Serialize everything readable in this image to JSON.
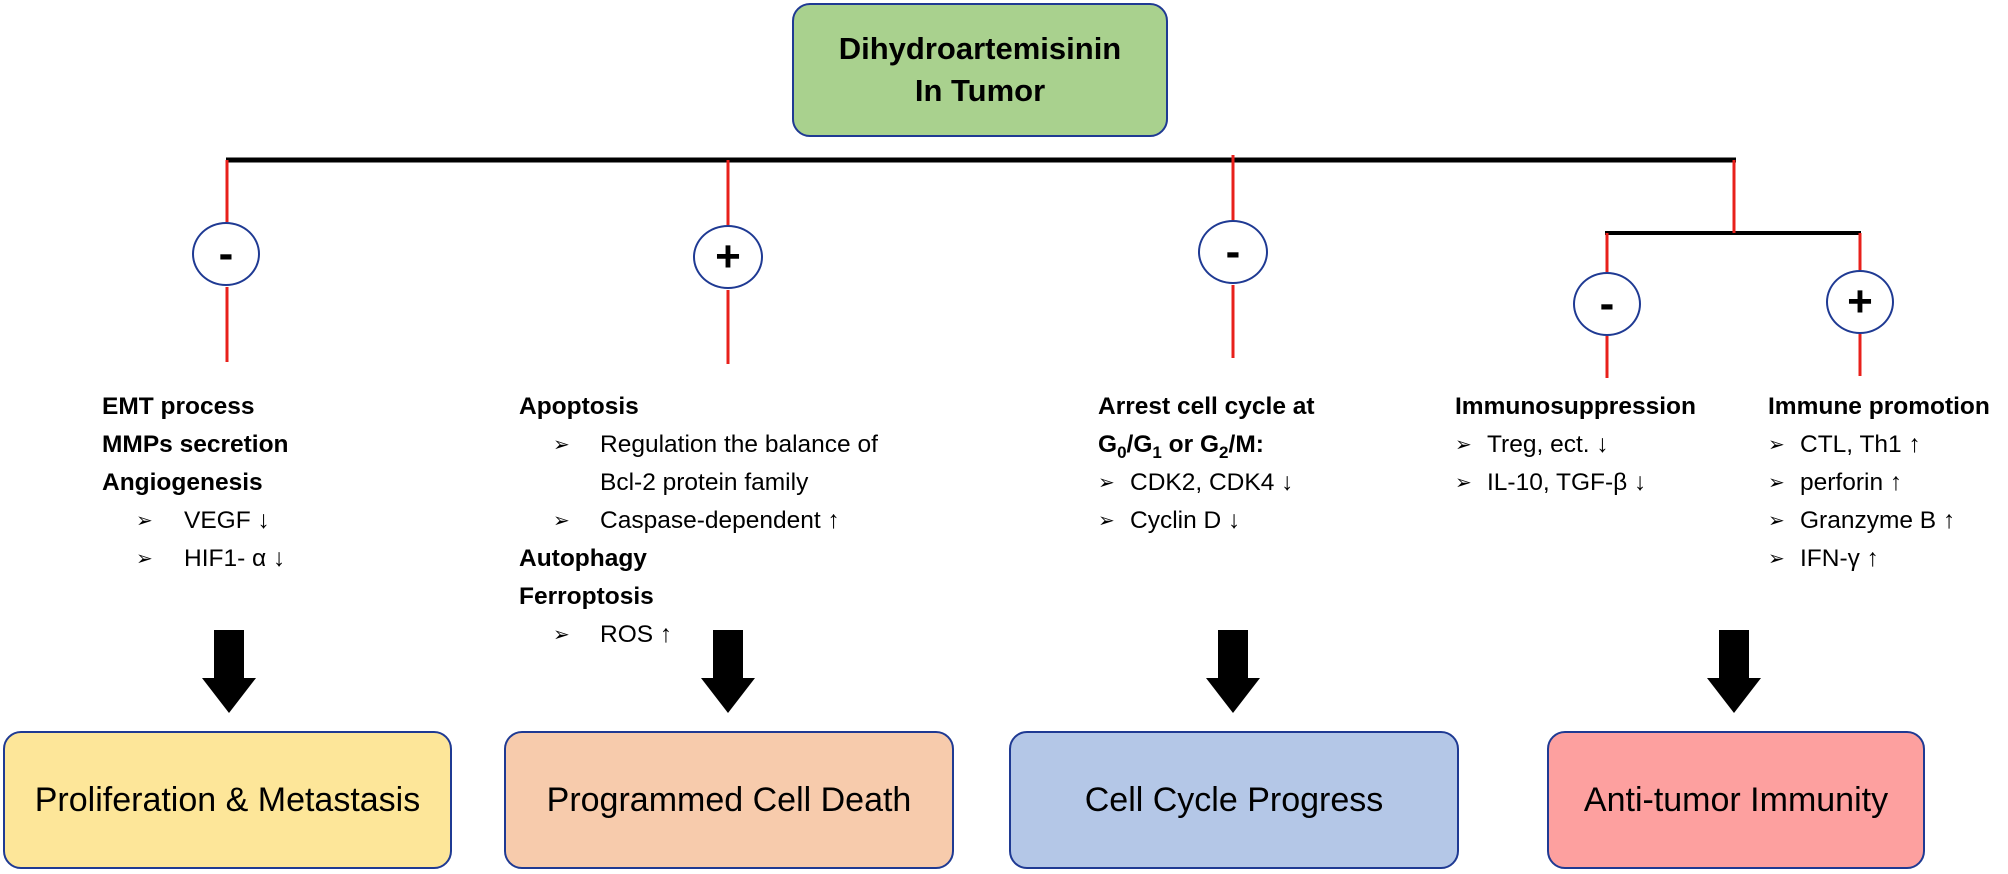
{
  "title": {
    "line1": "Dihydroartemisinin",
    "line2": "In Tumor"
  },
  "colors": {
    "top_box": "#a9d18e",
    "box_border": "#1f3a93",
    "connector_red": "#e8201b",
    "connector_black": "#000000",
    "prolif": "#fde699",
    "pcd": "#f7cbac",
    "cycle": "#b4c7e7",
    "immunity": "#fda09f"
  },
  "signs": {
    "emt": "-",
    "pcd": "+",
    "cycle": "-",
    "immunosuppression": "-",
    "immune_promotion": "+"
  },
  "columns": {
    "emt": {
      "headings": [
        "EMT process",
        "MMPs secretion",
        "Angiogenesis"
      ],
      "bullets": [
        "VEGF ↓",
        "HIF1- α ↓"
      ]
    },
    "pcd": {
      "apoptosis": "Apoptosis",
      "apoptosis_bullet1_line1": "Regulation the balance of",
      "apoptosis_bullet1_line2": "Bcl-2 protein family",
      "apoptosis_bullet2": "Caspase-dependent ↑",
      "autophagy": "Autophagy",
      "ferroptosis": "Ferroptosis",
      "ferroptosis_bullet": "ROS ↑"
    },
    "cycle": {
      "heading_line1": "Arrest cell cycle at",
      "heading_line2": {
        "g0": "G",
        "sub0": "0",
        "slash1": "/G",
        "sub1": "1",
        "or_g2": " or G",
        "sub2": "2",
        "m": "/M:"
      },
      "bullets": [
        "CDK2, CDK4 ↓",
        "Cyclin D ↓"
      ]
    },
    "immunosuppression": {
      "heading": "Immunosuppression",
      "bullets": [
        "Treg, ect. ↓",
        "IL-10, TGF-β ↓"
      ]
    },
    "immune_promotion": {
      "heading": "Immune promotion",
      "bullets": [
        "CTL, Th1 ↑",
        "perforin ↑",
        "Granzyme B ↑",
        "IFN-γ ↑"
      ]
    }
  },
  "bullet_glyph": "➢",
  "outcomes": {
    "prolif": "Proliferation & Metastasis",
    "pcd": "Programmed Cell Death",
    "cycle": "Cell Cycle Progress",
    "immunity": "Anti-tumor Immunity"
  }
}
